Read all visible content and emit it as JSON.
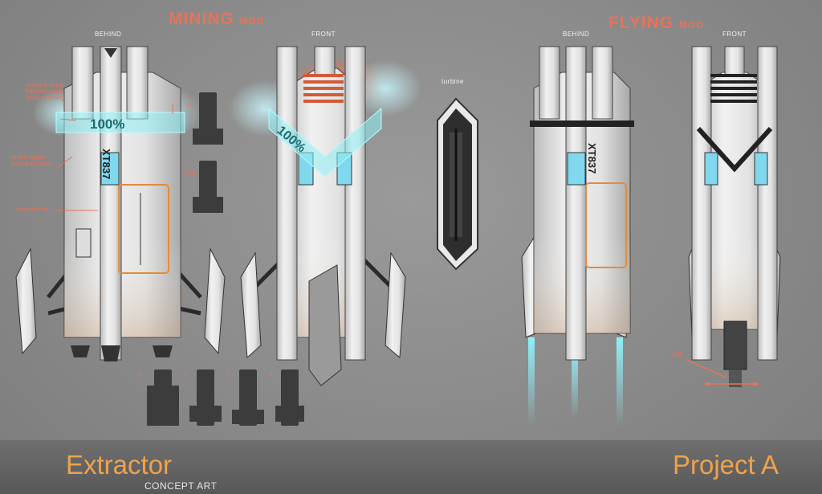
{
  "headers": {
    "mining_title": "MINING",
    "mining_suffix": "MOD",
    "flying_title": "FLYING",
    "flying_suffix": "MOD"
  },
  "view_labels": {
    "mining_behind": "BEHIND",
    "mining_front": "FRONT",
    "flying_behind": "BEHIND",
    "flying_front": "FRONT",
    "turbine": "turbine"
  },
  "annotations": {
    "smoke": "smoke is going from there only when its mining",
    "percent_rotate": "% text rotates around extractor",
    "extracted_fuel": "extracted fuel",
    "drill": "drill",
    "step1_label": "UP",
    "step2_label": "30ws"
  },
  "step_numbers": [
    "1",
    "2",
    "3",
    "4"
  ],
  "side_step_numbers": [
    "1",
    "2"
  ],
  "hud": {
    "behind_percent": "100%",
    "front_percent": "100%",
    "behind_hull_code": "XT837",
    "flying_hull_code": "XT837"
  },
  "footer": {
    "title": "Extractor",
    "subtitle": "CONCEPT ART",
    "project": "Project A"
  },
  "colors": {
    "accent": "#e8735a",
    "footer_title": "#f0a24a",
    "glow": "#7fe7f0"
  }
}
